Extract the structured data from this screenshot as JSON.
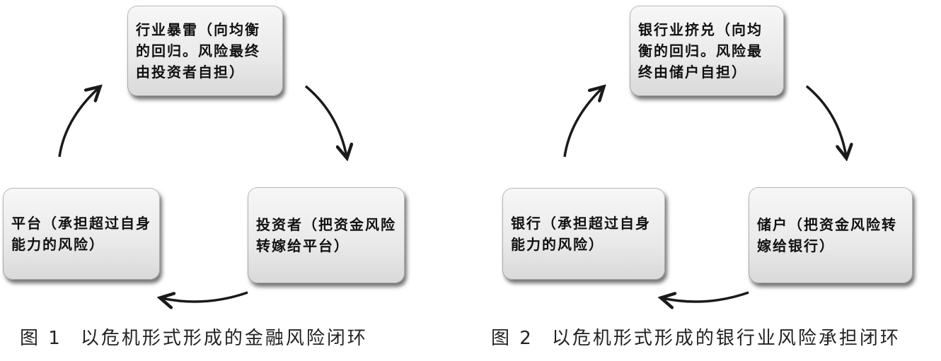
{
  "figure1": {
    "nodes": {
      "top": "行业暴雷（向均衡的回归。风险最终由投资者自担）",
      "right": "投资者（把资金风险转嫁给平台）",
      "left": "平台（承担超过自身能力的风险）"
    },
    "caption_number": "图 1",
    "caption_text": "以危机形式形成的金融风险闭环"
  },
  "figure2": {
    "nodes": {
      "top": "银行业挤兑（向均衡的回归。风险最终由储户自担）",
      "right": "储户（把资金风险转嫁给银行）",
      "left": "银行（承担超过自身能力的风险）"
    },
    "caption_number": "图 2",
    "caption_text": "以危机形式形成的银行业风险承担闭环"
  }
}
